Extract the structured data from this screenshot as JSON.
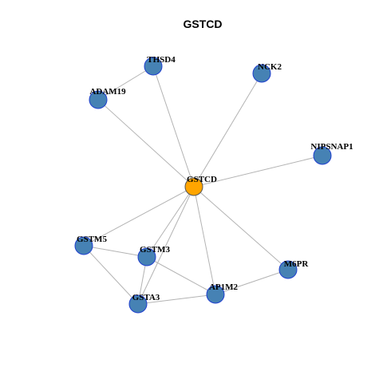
{
  "title": "GSTCD",
  "colors": {
    "background": "#ffffff",
    "edge": "#b3b3b3",
    "node_fill": "#4682b4",
    "node_stroke": "#1f3fcf",
    "hub_fill": "#ffa500",
    "hub_stroke": "#555555",
    "label": "#000000"
  },
  "nodes": [
    {
      "id": "GSTCD",
      "label": "GSTCD",
      "hub": true
    },
    {
      "id": "THSD4",
      "label": "THSD4",
      "hub": false
    },
    {
      "id": "ADAM19",
      "label": "ADAM19",
      "hub": false
    },
    {
      "id": "NCK2",
      "label": "NCK2",
      "hub": false
    },
    {
      "id": "NIPSNAP1",
      "label": "NIPSNAP1",
      "hub": false
    },
    {
      "id": "GSTM5",
      "label": "GSTM5",
      "hub": false
    },
    {
      "id": "GSTM3",
      "label": "GSTM3",
      "hub": false
    },
    {
      "id": "M6PR",
      "label": "M6PR",
      "hub": false
    },
    {
      "id": "AP1M2",
      "label": "AP1M2",
      "hub": false
    },
    {
      "id": "GSTA3",
      "label": "GSTA3",
      "hub": false
    }
  ],
  "edges": [
    [
      "GSTCD",
      "THSD4"
    ],
    [
      "GSTCD",
      "ADAM19"
    ],
    [
      "GSTCD",
      "NCK2"
    ],
    [
      "GSTCD",
      "NIPSNAP1"
    ],
    [
      "GSTCD",
      "GSTM5"
    ],
    [
      "GSTCD",
      "GSTM3"
    ],
    [
      "GSTCD",
      "M6PR"
    ],
    [
      "GSTCD",
      "AP1M2"
    ],
    [
      "GSTCD",
      "GSTA3"
    ],
    [
      "ADAM19",
      "THSD4"
    ],
    [
      "GSTM5",
      "GSTM3"
    ],
    [
      "GSTM5",
      "GSTA3"
    ],
    [
      "GSTM3",
      "GSTA3"
    ],
    [
      "GSTM3",
      "AP1M2"
    ],
    [
      "GSTA3",
      "AP1M2"
    ],
    [
      "AP1M2",
      "M6PR"
    ]
  ]
}
